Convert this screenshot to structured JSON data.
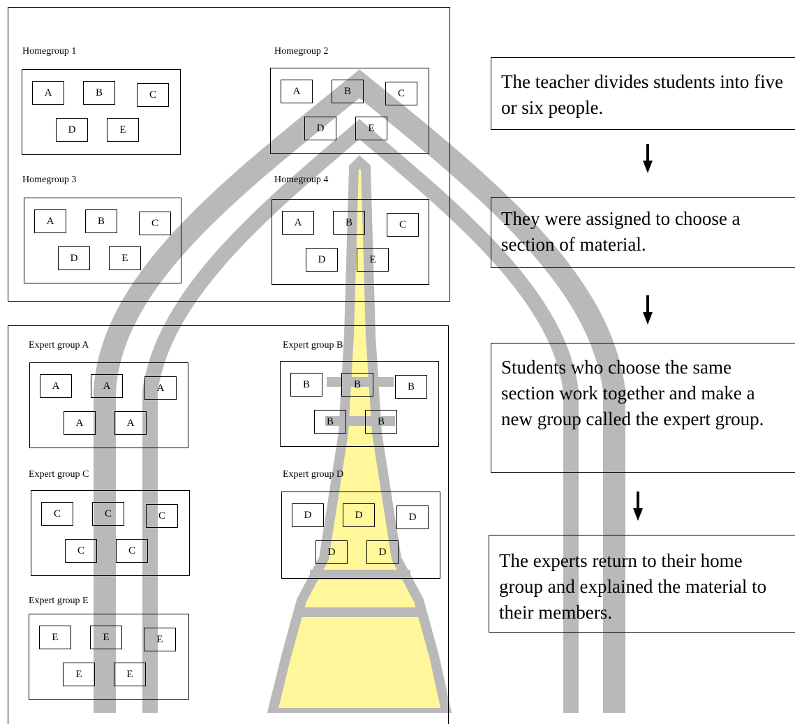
{
  "watermark": {
    "name": "university-stupa-logo-watermark",
    "colors": {
      "gray": "#b9b9b9",
      "gold": "#fff79a"
    }
  },
  "homegroups": [
    {
      "label": "Homegroup 1",
      "members": [
        "A",
        "B",
        "C",
        "D",
        "E"
      ]
    },
    {
      "label": "Homegroup 2",
      "members": [
        "A",
        "B",
        "C",
        "D",
        "E"
      ]
    },
    {
      "label": "Homegroup 3",
      "members": [
        "A",
        "B",
        "C",
        "D",
        "E"
      ]
    },
    {
      "label": "Homegroup 4",
      "members": [
        "A",
        "B",
        "C",
        "D",
        "E"
      ]
    }
  ],
  "expert_groups": [
    {
      "label": "Expert group A",
      "members": [
        "A",
        "A",
        "A",
        "A",
        "A"
      ]
    },
    {
      "label": "Expert group B",
      "members": [
        "B",
        "B",
        "B",
        "B",
        "B"
      ]
    },
    {
      "label": "Expert group C",
      "members": [
        "C",
        "C",
        "C",
        "C",
        "C"
      ]
    },
    {
      "label": "Expert group D",
      "members": [
        "D",
        "D",
        "D",
        "D",
        "D"
      ]
    },
    {
      "label": "Expert group E",
      "members": [
        "E",
        "E",
        "E",
        "E",
        "E"
      ]
    }
  ],
  "steps": [
    {
      "text": "The teacher divides students into five or six people."
    },
    {
      "text": "They were assigned to choose a section of material."
    },
    {
      "text": "Students who choose the same section work together and make a new group called the expert group."
    },
    {
      "text": "The experts return to their home group and explained the material to their members."
    }
  ],
  "arrow_icon": "down-arrow-icon"
}
